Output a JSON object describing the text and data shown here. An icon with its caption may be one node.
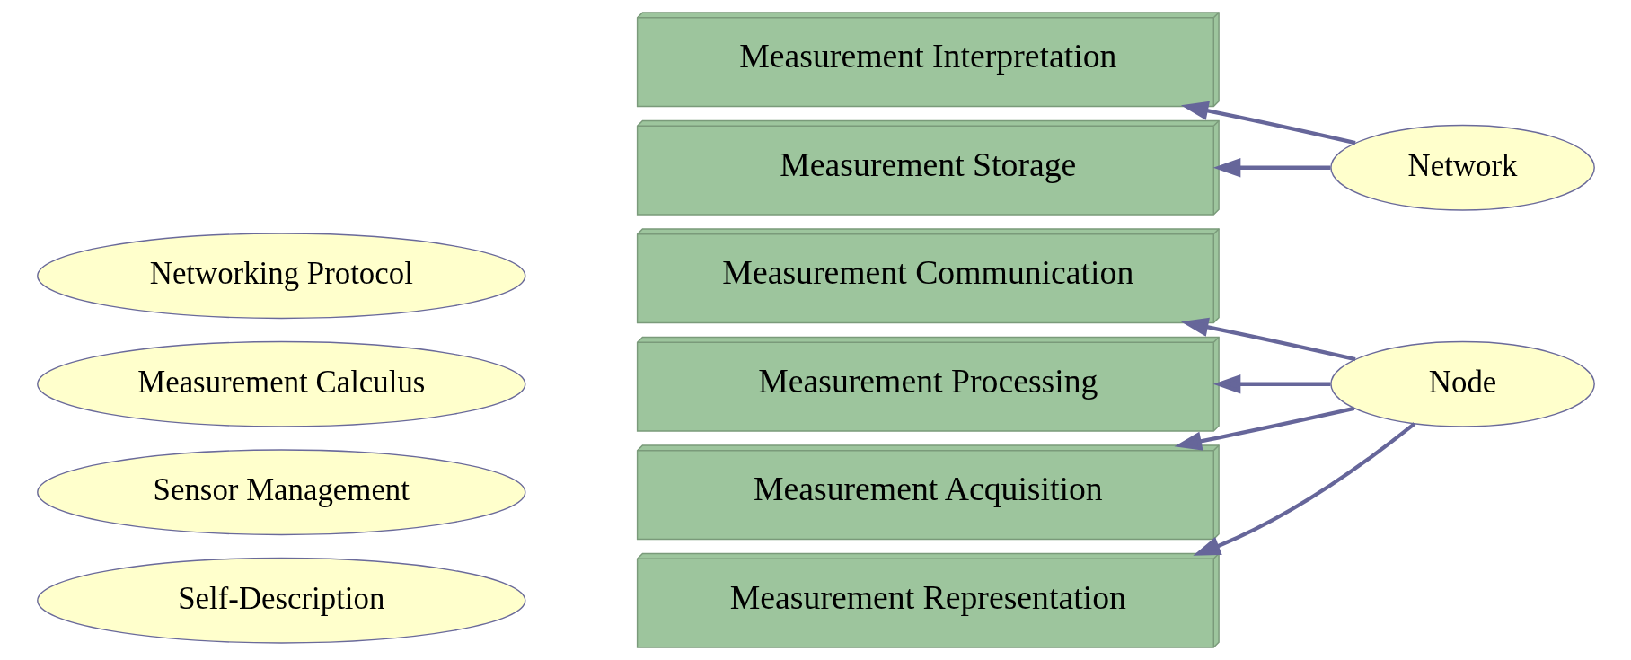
{
  "diagram": {
    "nodes": [
      {
        "text": [
          "Measurement Interpretation"
        ]
      },
      {
        "text": [
          "Measurement Storage"
        ]
      },
      {
        "text": [
          "Measurement Communication"
        ]
      },
      {
        "text": [
          "Measurement Processing"
        ]
      },
      {
        "text": [
          "Measurement Acquisition"
        ]
      },
      {
        "text": [
          "Measurement Representation"
        ]
      },
      {
        "text": [
          "Networking Protocol"
        ]
      },
      {
        "text": [
          "Measurement Calculus"
        ]
      },
      {
        "text": [
          "Sensor Management"
        ]
      },
      {
        "text": [
          "Self-Description"
        ]
      },
      {
        "text": [
          "Network"
        ]
      },
      {
        "text": [
          "Node"
        ]
      }
    ],
    "edges": [
      {
        "from": 10,
        "to": 0,
        "arrow": "to"
      },
      {
        "from": 10,
        "to": 1,
        "arrow": "to"
      },
      {
        "from": 11,
        "to": 2,
        "arrow": "to"
      },
      {
        "from": 11,
        "to": 3,
        "arrow": "to"
      },
      {
        "from": 11,
        "to": 4,
        "arrow": "to"
      },
      {
        "from": 11,
        "to": 5,
        "arrow": "to"
      }
    ]
  }
}
